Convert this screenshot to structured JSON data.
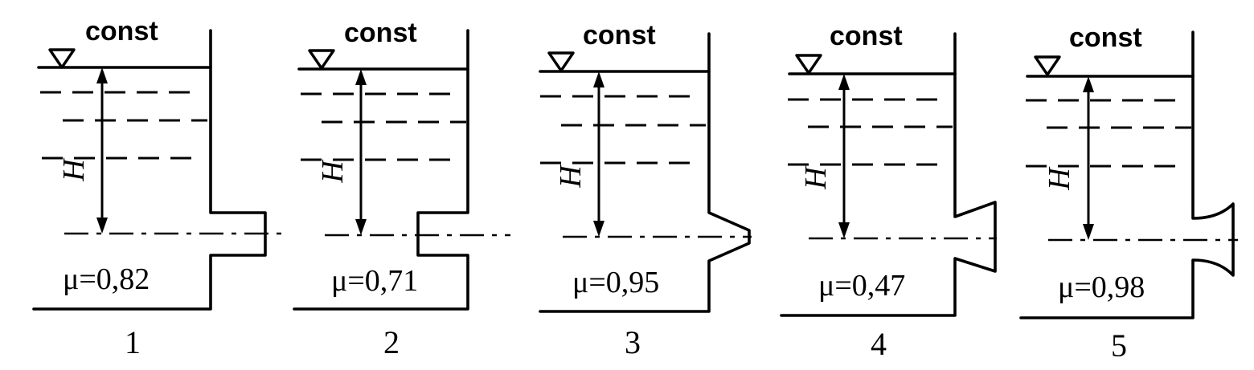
{
  "panels": [
    {
      "number": "1",
      "level_label": "const",
      "head_label": "H",
      "mu_label": "μ=0,82",
      "nozzle": "external-cylindrical"
    },
    {
      "number": "2",
      "level_label": "const",
      "head_label": "H",
      "mu_label": "μ=0,71",
      "nozzle": "internal-cylindrical"
    },
    {
      "number": "3",
      "level_label": "const",
      "head_label": "H",
      "mu_label": "μ=0,95",
      "nozzle": "conical-convergent"
    },
    {
      "number": "4",
      "level_label": "const",
      "head_label": "H",
      "mu_label": "μ=0,47",
      "nozzle": "conical-divergent"
    },
    {
      "number": "5",
      "level_label": "const",
      "head_label": "H",
      "mu_label": "μ=0,98",
      "nozzle": "conoidal"
    }
  ]
}
